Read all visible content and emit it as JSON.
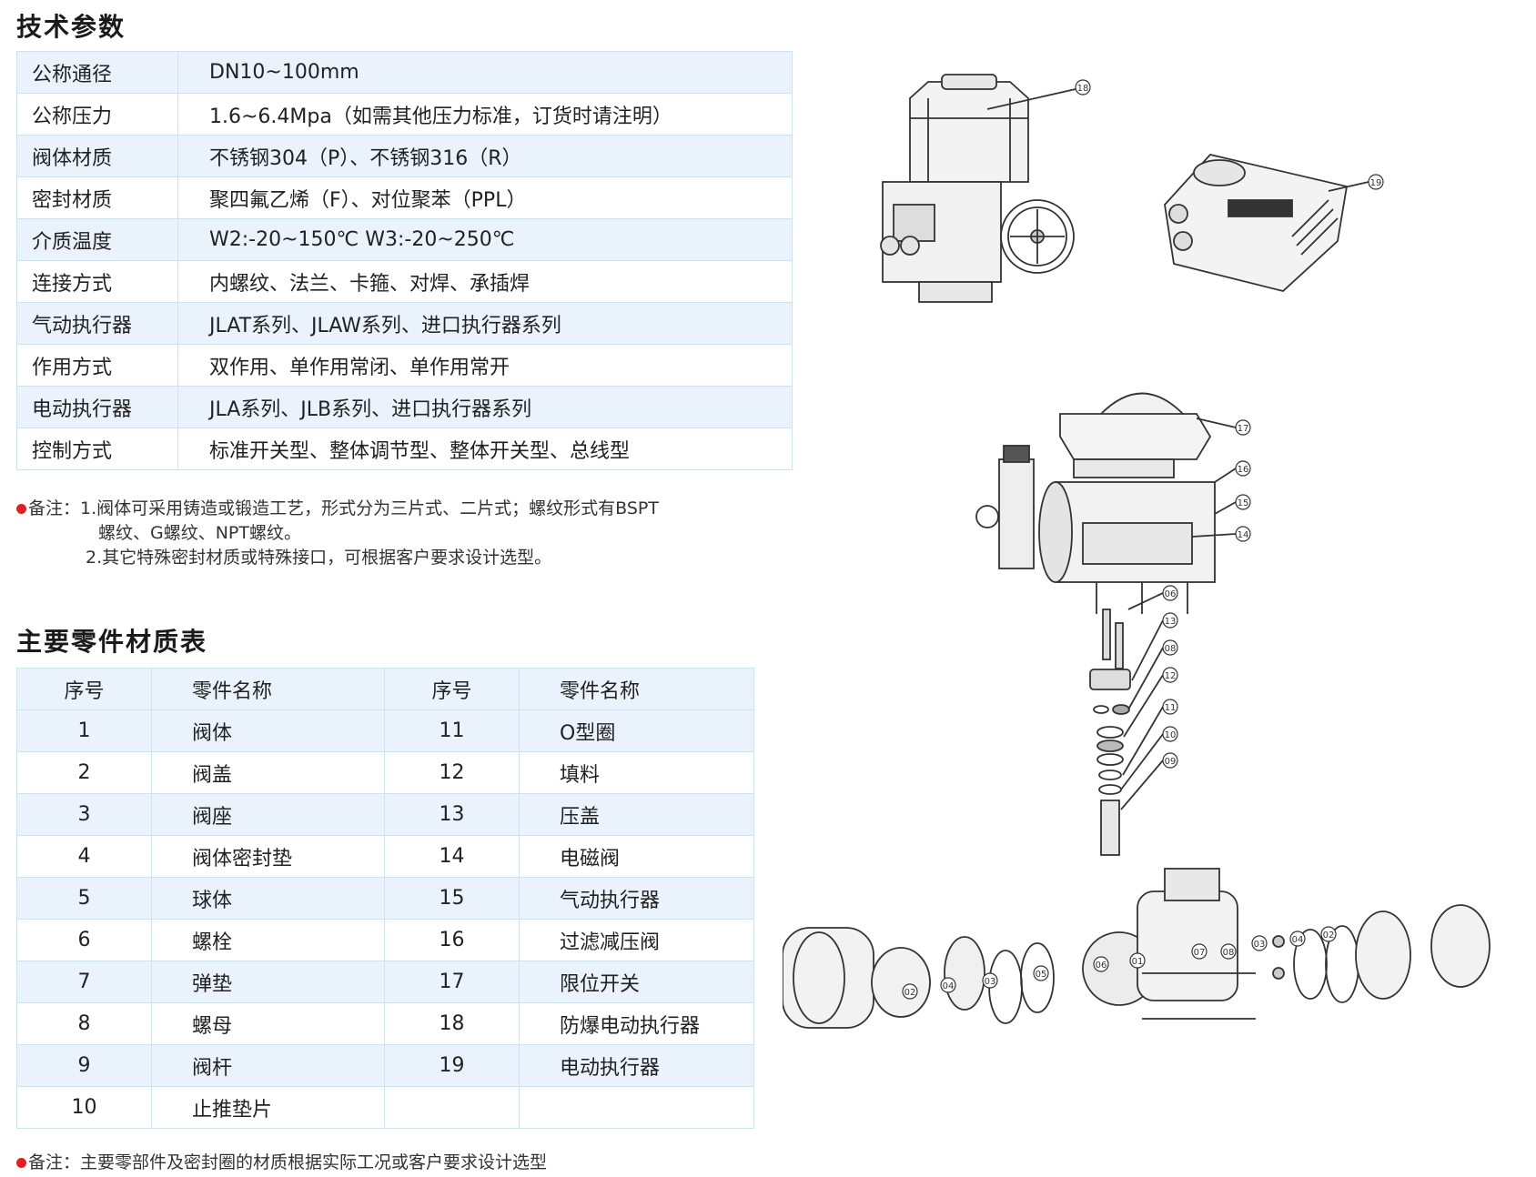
{
  "spec_section": {
    "title": "技术参数",
    "rows": [
      {
        "key": "公称通径",
        "value": "DN10~100mm"
      },
      {
        "key": "公称压力",
        "value": "1.6~6.4Mpa（如需其他压力标准，订货时请注明）"
      },
      {
        "key": "阀体材质",
        "value": "不锈钢304（P）、不锈钢316（R）"
      },
      {
        "key": "密封材质",
        "value": "聚四氟乙烯（F）、对位聚苯（PPL）"
      },
      {
        "key": "介质温度",
        "value": "W2:-20~150℃  W3:-20~250℃"
      },
      {
        "key": "连接方式",
        "value": "内螺纹、法兰、卡箍、对焊、承插焊"
      },
      {
        "key": "气动执行器",
        "value": "JLAT系列、JLAW系列、进口执行器系列"
      },
      {
        "key": "作用方式",
        "value": "双作用、单作用常闭、单作用常开"
      },
      {
        "key": "电动执行器",
        "value": "JLA系列、JLB系列、进口执行器系列"
      },
      {
        "key": "控制方式",
        "value": "标准开关型、整体调节型、整体开关型、总线型"
      }
    ],
    "note_line1": "备注：1.阀体可采用铸造或锻造工艺，形式分为三片式、二片式；螺纹形式有BSPT",
    "note_line2": "螺纹、G螺纹、NPT螺纹。",
    "note_line3": "2.其它特殊密封材质或特殊接口，可根据客户要求设计选型。"
  },
  "parts_section": {
    "title": "主要零件材质表",
    "headers": [
      "序号",
      "零件名称",
      "序号",
      "零件名称"
    ],
    "rows": [
      [
        "1",
        "阀体",
        "11",
        "O型圈"
      ],
      [
        "2",
        "阀盖",
        "12",
        "填料"
      ],
      [
        "3",
        "阀座",
        "13",
        "压盖"
      ],
      [
        "4",
        "阀体密封垫",
        "14",
        "电磁阀"
      ],
      [
        "5",
        "球体",
        "15",
        "气动执行器"
      ],
      [
        "6",
        "螺栓",
        "16",
        "过滤减压阀"
      ],
      [
        "7",
        "弹垫",
        "17",
        "限位开关"
      ],
      [
        "8",
        "螺母",
        "18",
        "防爆电动执行器"
      ],
      [
        "9",
        "阀杆",
        "19",
        "电动执行器"
      ],
      [
        "10",
        "止推垫片",
        "",
        ""
      ]
    ],
    "note": "备注：主要零部件及密封圈的材质根据实际工况或客户要求设计选型"
  },
  "diagram_labels": {
    "l18": "18",
    "l19": "19",
    "l17": "17",
    "l16": "16",
    "l15": "15",
    "l14": "14",
    "l06a": "06",
    "l13": "13",
    "l08a": "08",
    "l12": "12",
    "l11": "11",
    "l10": "10",
    "l09": "09",
    "l02a": "02",
    "l04a": "04",
    "l03a": "03",
    "l05": "05",
    "l06b": "06",
    "l01": "01",
    "l07": "07",
    "l08b": "08",
    "l03b": "03",
    "l04b": "04",
    "l02b": "02"
  }
}
